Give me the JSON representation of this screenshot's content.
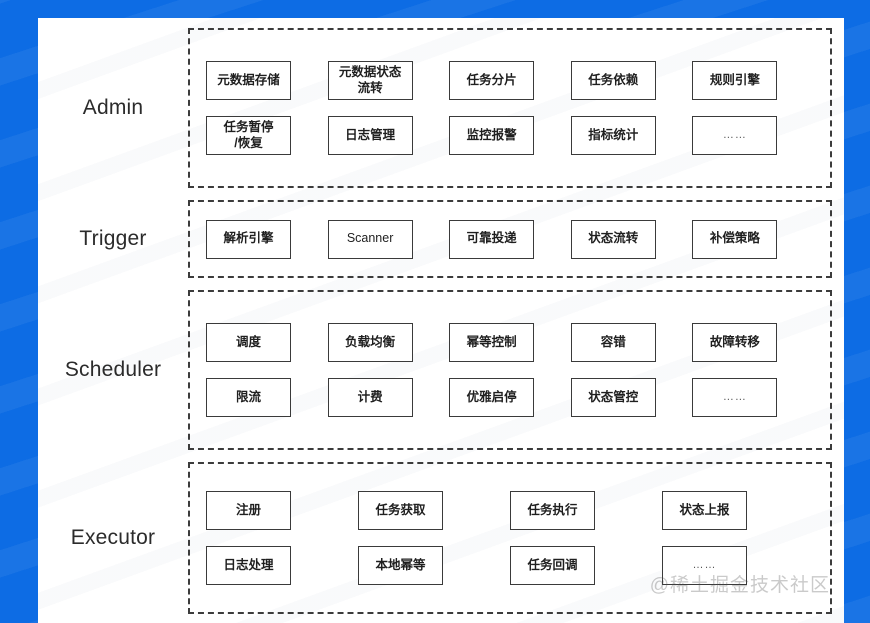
{
  "theme": {
    "frame_color": "#0d6ce4",
    "canvas_color": "#ffffff",
    "border_color": "#3a3a3a",
    "text_color": "#1f1f1f"
  },
  "watermark": {
    "text": "@稀土掘金技术社区"
  },
  "diagram": {
    "title": "",
    "rows": [
      {
        "id": "admin",
        "label": "Admin",
        "columns": 5,
        "lines": [
          [
            {
              "text": "元数据存储",
              "style": "bold"
            },
            {
              "text": "元数据状态\n流转",
              "style": "bold"
            },
            {
              "text": "任务分片",
              "style": "bold"
            },
            {
              "text": "任务依赖",
              "style": "bold"
            },
            {
              "text": "规则引擎",
              "style": "bold"
            }
          ],
          [
            {
              "text": "任务暂停\n/恢复",
              "style": "bold"
            },
            {
              "text": "日志管理",
              "style": "bold"
            },
            {
              "text": "监控报警",
              "style": "bold"
            },
            {
              "text": "指标统计",
              "style": "bold"
            },
            {
              "text": "……",
              "style": "ellipsis"
            }
          ]
        ]
      },
      {
        "id": "trigger",
        "label": "Trigger",
        "columns": 5,
        "lines": [
          [
            {
              "text": "解析引擎",
              "style": "bold"
            },
            {
              "text": "Scanner",
              "style": "light"
            },
            {
              "text": "可靠投递",
              "style": "bold"
            },
            {
              "text": "状态流转",
              "style": "bold"
            },
            {
              "text": "补偿策略",
              "style": "bold"
            }
          ]
        ]
      },
      {
        "id": "scheduler",
        "label": "Scheduler",
        "columns": 5,
        "lines": [
          [
            {
              "text": "调度",
              "style": "bold"
            },
            {
              "text": "负载均衡",
              "style": "bold"
            },
            {
              "text": "幂等控制",
              "style": "bold"
            },
            {
              "text": "容错",
              "style": "bold"
            },
            {
              "text": "故障转移",
              "style": "bold"
            }
          ],
          [
            {
              "text": "限流",
              "style": "bold"
            },
            {
              "text": "计费",
              "style": "bold"
            },
            {
              "text": "优雅启停",
              "style": "bold"
            },
            {
              "text": "状态管控",
              "style": "bold"
            },
            {
              "text": "……",
              "style": "ellipsis"
            }
          ]
        ]
      },
      {
        "id": "executor",
        "label": "Executor",
        "columns": 4,
        "lines": [
          [
            {
              "text": "注册",
              "style": "bold"
            },
            {
              "text": "任务获取",
              "style": "bold"
            },
            {
              "text": "任务执行",
              "style": "bold"
            },
            {
              "text": "状态上报",
              "style": "bold"
            }
          ],
          [
            {
              "text": "日志处理",
              "style": "bold"
            },
            {
              "text": "本地幂等",
              "style": "bold"
            },
            {
              "text": "任务回调",
              "style": "bold"
            },
            {
              "text": "……",
              "style": "ellipsis"
            }
          ]
        ]
      }
    ]
  }
}
